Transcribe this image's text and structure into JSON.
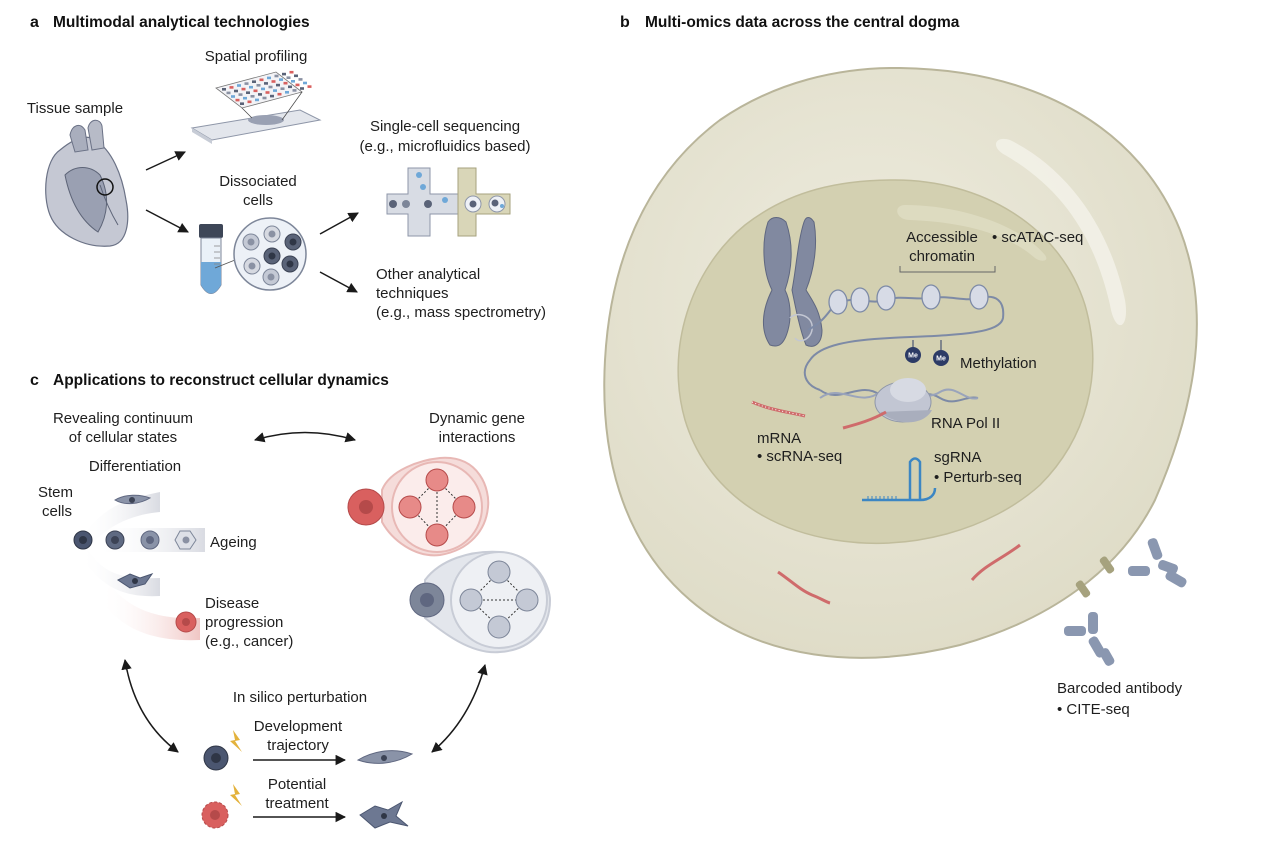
{
  "panel_a": {
    "letter": "a",
    "title": "Multimodal analytical technologies",
    "tissue_sample": "Tissue sample",
    "spatial_profiling": "Spatial profiling",
    "dissociated_cells": [
      "Dissociated",
      "cells"
    ],
    "single_cell_sequencing": [
      "Single-cell sequencing",
      "(e.g., microfluidics based)"
    ],
    "other_techniques": [
      "Other analytical",
      "techniques",
      "(e.g., mass spectrometry)"
    ]
  },
  "panel_b": {
    "letter": "b",
    "title": "Multi-omics data across the central dogma",
    "accessible_chromatin": [
      "Accessible",
      "chromatin"
    ],
    "scatac": "• scATAC-seq",
    "methylation": "Methylation",
    "me_badge": "Me",
    "rna_pol": "RNA Pol II",
    "mrna": [
      "mRNA",
      "• scRNA-seq"
    ],
    "sgrna": [
      "sgRNA",
      "• Perturb-seq"
    ],
    "antibody": [
      "Barcoded antibody",
      "• CITE-seq"
    ]
  },
  "panel_c": {
    "letter": "c",
    "title": "Applications to reconstruct cellular dynamics",
    "revealing": [
      "Revealing continuum",
      "of cellular states"
    ],
    "dynamic_gene": [
      "Dynamic gene",
      "interactions"
    ],
    "differentiation": "Differentiation",
    "stem_cells": [
      "Stem",
      "cells"
    ],
    "ageing": "Ageing",
    "disease": [
      "Disease",
      "progression",
      "(e.g., cancer)"
    ],
    "in_silico": "In silico perturbation",
    "development": [
      "Development",
      "trajectory"
    ],
    "treatment": [
      "Potential",
      "treatment"
    ]
  },
  "colors": {
    "cell_outer": "#e6e4d4",
    "nucleus": "#d4d1b3",
    "chromatin": "#7d8aa6",
    "rna_red": "#cf6b6b",
    "sgrna_blue": "#3c86c3",
    "antibody": "#8a97b0",
    "stem_dark": "#4b5670"
  }
}
